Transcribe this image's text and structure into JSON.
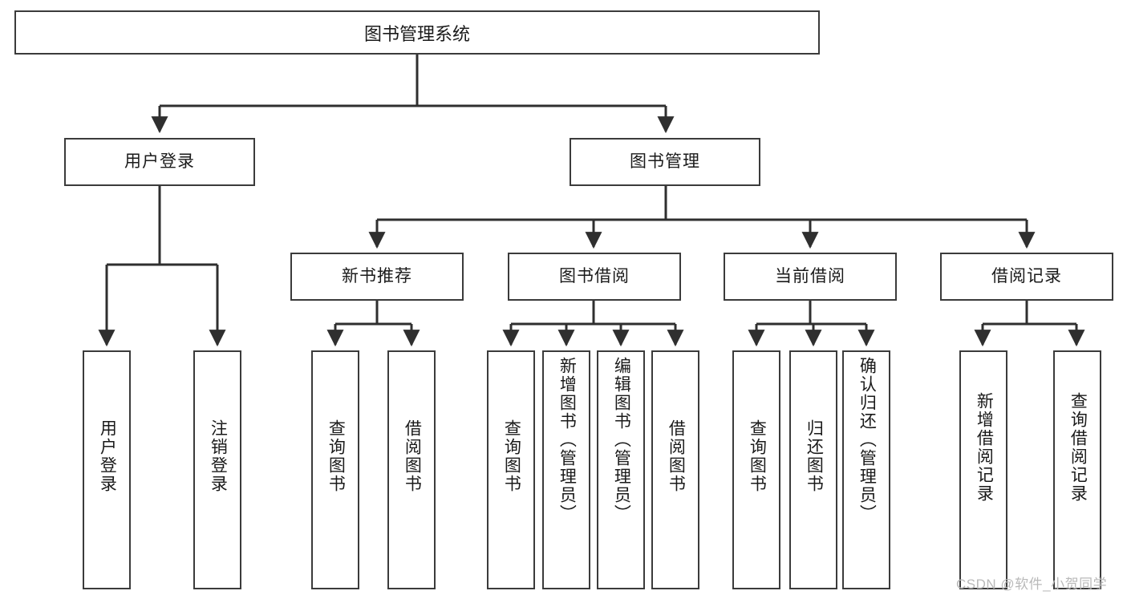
{
  "diagram": {
    "type": "tree",
    "title": "图书管理系统",
    "style": {
      "background": "#ffffff",
      "node_fill": "#ffffff",
      "node_stroke": "#3b3b3b",
      "edge_color": "#2f2f2f",
      "text_color": "#1a1a1a",
      "watermark_color": "#b9b9b9"
    },
    "root": {
      "label": "图书管理系统"
    },
    "level2": [
      {
        "label": "用户登录"
      },
      {
        "label": "图书管理"
      }
    ],
    "level3": [
      {
        "label": "新书推荐"
      },
      {
        "label": "图书借阅"
      },
      {
        "label": "当前借阅"
      },
      {
        "label": "借阅记录"
      }
    ],
    "leaves": {
      "user_login": [
        {
          "label": "用户登录"
        },
        {
          "label": "注销登录"
        }
      ],
      "new_book_recommend": [
        {
          "label": "查询图书"
        },
        {
          "label": "借阅图书"
        }
      ],
      "book_borrow": [
        {
          "label": "查询图书"
        },
        {
          "label": "新增图书（管理员）"
        },
        {
          "label": "编辑图书（管理员）"
        },
        {
          "label": "借阅图书"
        }
      ],
      "current_borrow": [
        {
          "label": "查询图书"
        },
        {
          "label": "归还图书"
        },
        {
          "label": "确认归还（管理员）"
        }
      ],
      "borrow_record": [
        {
          "label": "新增借阅记录"
        },
        {
          "label": "查询借阅记录"
        }
      ]
    }
  },
  "watermark": {
    "text": "CSDN @软件_小贺同学"
  }
}
